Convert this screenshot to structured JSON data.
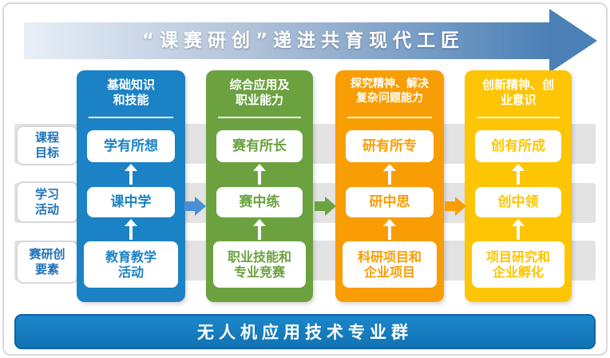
{
  "top_banner": {
    "title": "“课赛研创”递进共育现代工匠"
  },
  "row_labels": [
    "课程\n目标",
    "学习\n活动",
    "赛研创\n要素"
  ],
  "columns": [
    {
      "header": "基础知识\n和技能",
      "color": "#1b82c5",
      "items": [
        "学有所想",
        "课中学",
        "教育教学\n活动"
      ]
    },
    {
      "header": "综合应用及\n职业能力",
      "color": "#6ba23f",
      "items": [
        "赛有所长",
        "赛中练",
        "职业技能和\n专业竞赛"
      ]
    },
    {
      "header": "探究精神、解决\n复杂问题能力",
      "color": "#f89d04",
      "items": [
        "研有所专",
        "研中思",
        "科研项目和\n企业项目"
      ]
    },
    {
      "header": "创新精神、创\n业意识",
      "color": "#fdc504",
      "items": [
        "创有所成",
        "创中领",
        "项目研究和\n企业孵化"
      ]
    }
  ],
  "flow_arrow_colors": [
    "#4a8fd3",
    "#6ba23f",
    "#f89d04"
  ],
  "colors": {
    "top_arrow_gradient_start": "#e8eff7",
    "top_arrow_gradient_end": "#4a80b6",
    "row_label_text": "#1d72b8",
    "band_gray": "#dcdcdc",
    "footer_blue": "#1173b4"
  },
  "footer": {
    "title": "无人机应用技术专业群"
  }
}
